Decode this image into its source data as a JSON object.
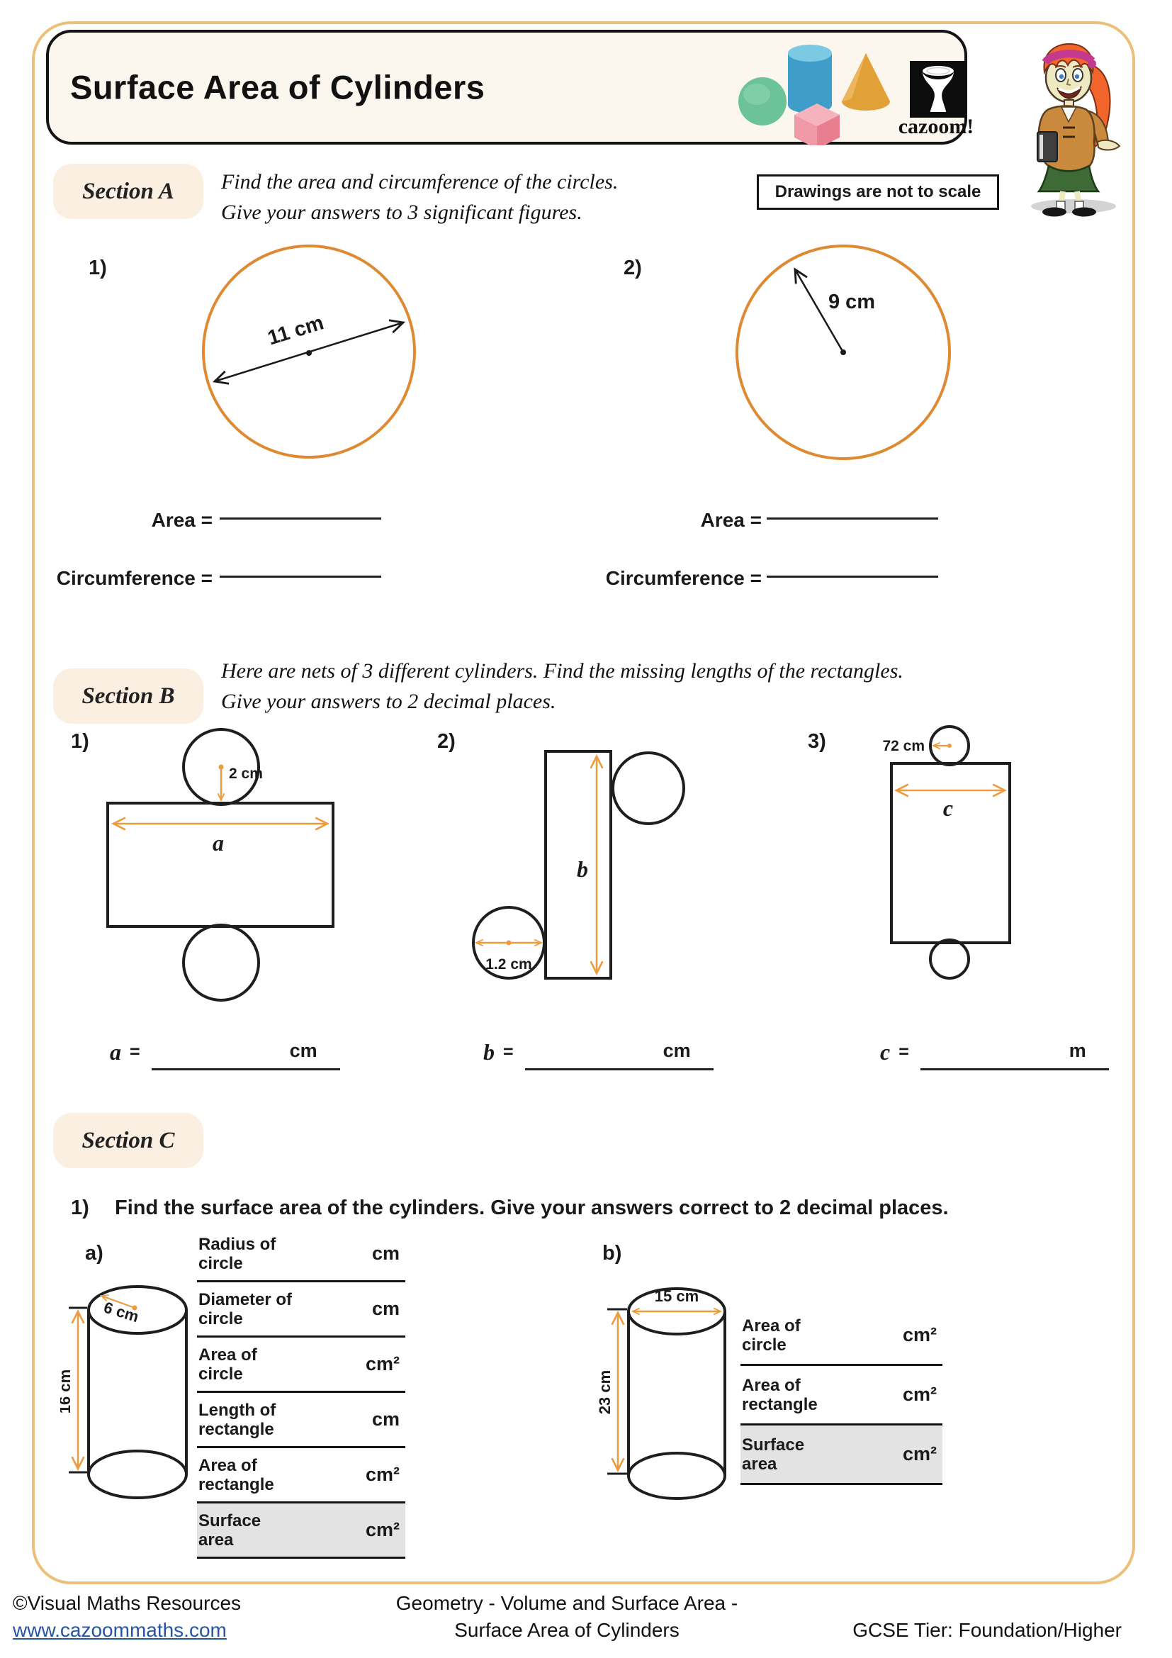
{
  "page": {
    "title": "Surface Area of Cylinders",
    "logo_text": "cazoom!",
    "not_to_scale_note": "Drawings are not to scale"
  },
  "icons": {
    "sphere": "green-sphere",
    "cylinder": "blue-cylinder",
    "cube": "pink-cube",
    "cone": "orange-cone",
    "logo": "cazoom-drum-logo",
    "mascot": "schoolgirl-cartoon"
  },
  "colors": {
    "page_border": "#ECC07A",
    "circle_stroke": "#DE8A33",
    "arrow_orange": "#ED9B3F",
    "section_label_bg": "#FBEFE2",
    "title_box_bg": "#FBF6EE",
    "shaded_row": "#E3E3E3",
    "link_blue": "#2456A4"
  },
  "section_a": {
    "label": "Section A",
    "instruction_line1": "Find the area and circumference of the circles.",
    "instruction_line2": "Give your answers to 3 significant figures.",
    "q1_number": "1)",
    "q1_dimension": "11 cm",
    "q2_number": "2)",
    "q2_dimension": "9 cm",
    "area_label": "Area =",
    "circumference_label": "Circumference ="
  },
  "section_b": {
    "label": "Section B",
    "instruction_line1": "Here are nets of 3 different cylinders. Find the missing lengths of the rectangles.",
    "instruction_line2": "Give your answers to 2 decimal places.",
    "net1_number": "1)",
    "net1_radius": "2 cm",
    "net1_var": "a",
    "net2_number": "2)",
    "net2_diameter": "1.2 cm",
    "net2_var": "b",
    "net3_number": "3)",
    "net3_diameter": "72 cm",
    "net3_var": "c",
    "ans_eq": "=",
    "ans_a_var": "a",
    "ans_a_unit": "cm",
    "ans_b_var": "b",
    "ans_b_unit": "cm",
    "ans_c_var": "c",
    "ans_c_unit": "m"
  },
  "section_c": {
    "label": "Section C",
    "q1_number": "1)",
    "q1_text": "Find the surface area of the cylinders. Give your answers correct to 2 decimal places.",
    "part_a_label": "a)",
    "part_a_radius": "6 cm",
    "part_a_height": "16 cm",
    "part_a_table": [
      {
        "name": "Radius of circle",
        "unit": "cm"
      },
      {
        "name": "Diameter of circle",
        "unit": "cm"
      },
      {
        "name": "Area of circle",
        "unit": "cm²"
      },
      {
        "name": "Length of rectangle",
        "unit": "cm"
      },
      {
        "name": "Area of rectangle",
        "unit": "cm²"
      },
      {
        "name": "Surface area",
        "unit": "cm²"
      }
    ],
    "part_b_label": "b)",
    "part_b_diameter": "15 cm",
    "part_b_height": "23 cm",
    "part_b_table": [
      {
        "name": "Area of circle",
        "unit": "cm²"
      },
      {
        "name": "Area of rectangle",
        "unit": "cm²"
      },
      {
        "name": "Surface area",
        "unit": "cm²"
      }
    ]
  },
  "footer": {
    "copyright": "©Visual Maths Resources",
    "website": "www.cazoommaths.com",
    "topic_line1": "Geometry - Volume and Surface Area -",
    "topic_line2": "Surface Area of Cylinders",
    "tier": "GCSE Tier: Foundation/Higher"
  }
}
